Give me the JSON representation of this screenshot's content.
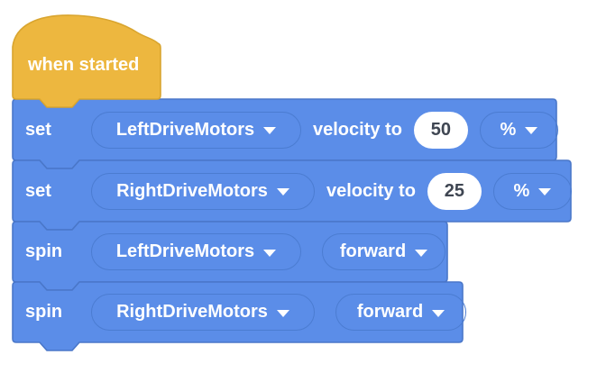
{
  "canvas": {
    "background": "#FFFFFF"
  },
  "colors": {
    "block_fill": "#5B8DE8",
    "block_border": "#4A77C9",
    "dropdown_border": "#4B7CD1",
    "hat_fill": "#EDB73F",
    "hat_border": "#D9A52F",
    "label_text": "#FFFFFF",
    "value_text": "#3F4652",
    "value_fill": "#FFFFFF"
  },
  "hat_block": {
    "label": "when started"
  },
  "blocks": [
    {
      "keyword": "set",
      "motor": "LeftDriveMotors",
      "label": "velocity to",
      "value": "50",
      "unit": "%"
    },
    {
      "keyword": "set",
      "motor": "RightDriveMotors",
      "label": "velocity to",
      "value": "25",
      "unit": "%"
    },
    {
      "keyword": "spin",
      "motor": "LeftDriveMotors",
      "direction": "forward"
    },
    {
      "keyword": "spin",
      "motor": "RightDriveMotors",
      "direction": "forward"
    }
  ],
  "icons": {
    "dropdown_arrow": "triangle-down"
  }
}
